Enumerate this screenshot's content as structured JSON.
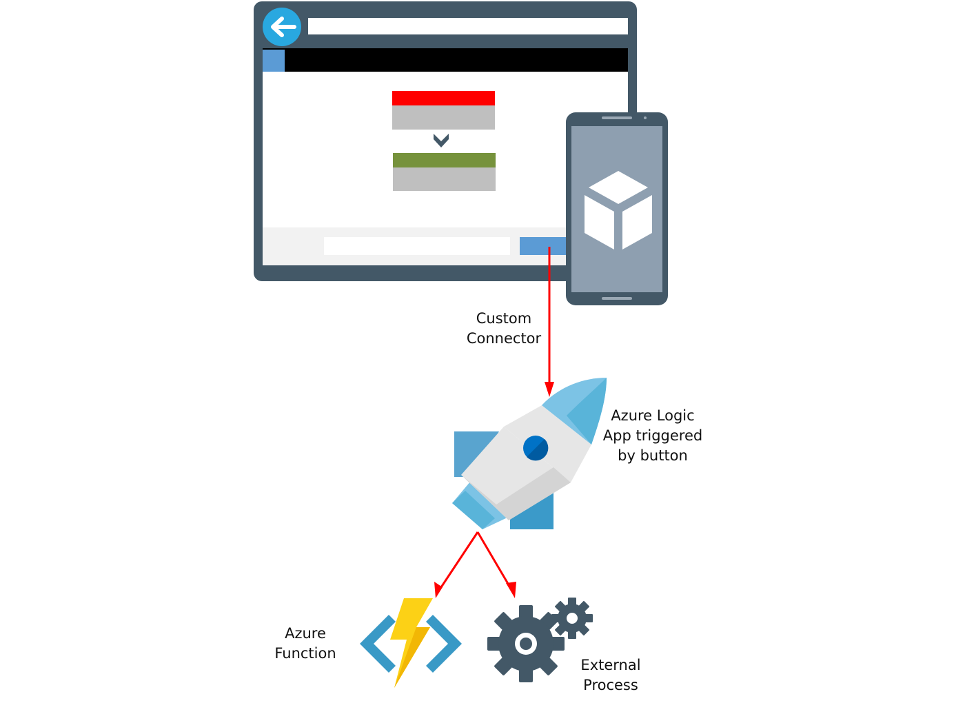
{
  "labels": {
    "custom_connector": [
      "Custom",
      "Connector"
    ],
    "logic_app": [
      "Azure Logic",
      "App triggered",
      "by button"
    ],
    "azure_function": [
      "Azure",
      "Function"
    ],
    "external_process": [
      "External",
      "Process"
    ]
  },
  "colors": {
    "frame": "#435867",
    "screen": "#ffffff",
    "toolbar": "#000000",
    "accent_blue": "#5b9bd5",
    "back_button": "#29a8e0",
    "red_bar": "#ff0000",
    "green_bar": "#76923c",
    "grey_bar": "#bfbfbf",
    "footer": "#f2f2f2",
    "phone_screen": "#8e9fb0",
    "arrow": "#ff0000",
    "rocket_body": "#e6e6e6",
    "rocket_fin": "#3b9ac9",
    "rocket_nose": "#59b4d9",
    "bolt": "#fcd116",
    "function_brackets": "#3999c6",
    "gear": "#435867"
  },
  "icons": [
    "back-arrow-icon",
    "cube-icon",
    "rocket-icon",
    "lightning-bolt-icon",
    "gears-icon",
    "chevron-down-icon"
  ]
}
